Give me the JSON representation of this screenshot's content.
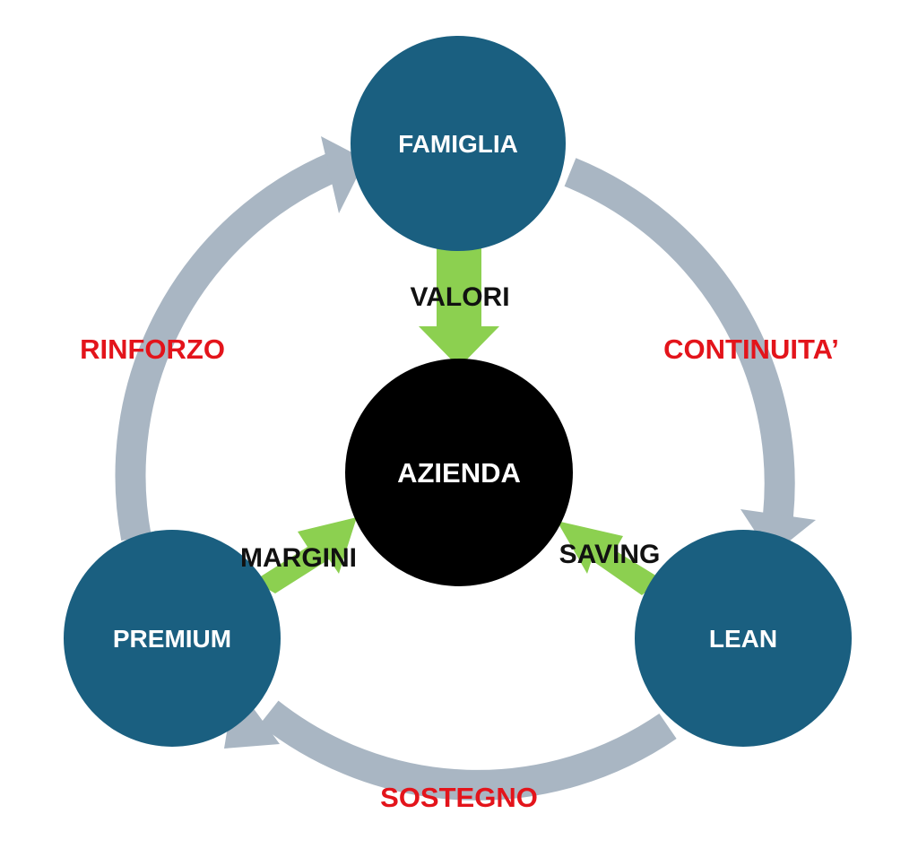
{
  "nodes": {
    "top": "FAMIGLIA",
    "center": "AZIENDA",
    "left": "PREMIUM",
    "right": "LEAN"
  },
  "flows": {
    "top_to_center": "VALORI",
    "left_to_center": "MARGINI",
    "right_to_center": "SAVING"
  },
  "cycle": {
    "top_to_right": "CONTINUITA’",
    "right_to_left": "SOSTEGNO",
    "left_to_top": "RINFORZO"
  },
  "colors": {
    "node_fill": "#1a5f80",
    "center_fill": "#000000",
    "cycle_arrow": "#a9b6c3",
    "flow_arrow": "#8cd050",
    "cycle_label": "#e3141b",
    "flow_label": "#111111",
    "node_label": "#ffffff"
  }
}
